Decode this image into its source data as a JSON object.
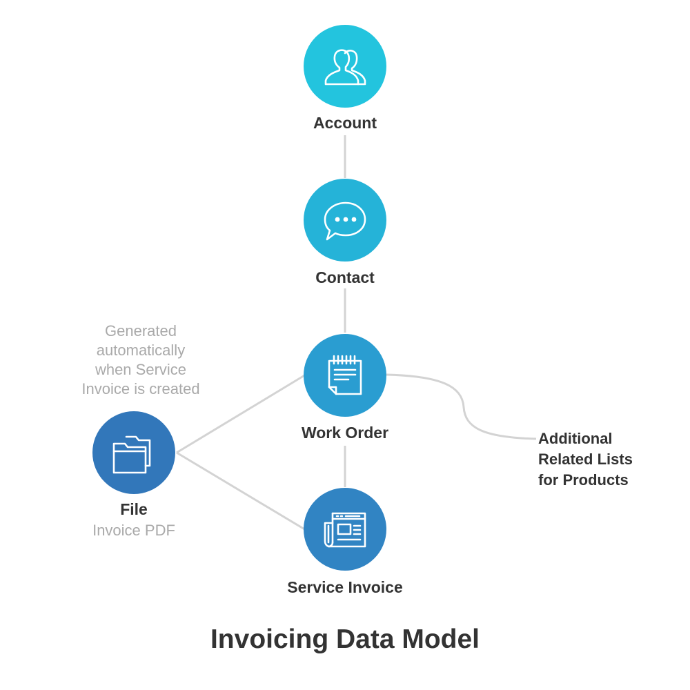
{
  "title": "Invoicing Data Model",
  "nodes": {
    "account": {
      "label": "Account",
      "icon": "users-icon",
      "color": "#23c4de"
    },
    "contact": {
      "label": "Contact",
      "icon": "chat-bubble-icon",
      "color": "#25b3d8"
    },
    "work_order": {
      "label": "Work Order",
      "icon": "notepad-icon",
      "color": "#2a9dd1"
    },
    "service_invoice": {
      "label": "Service Invoice",
      "icon": "newspaper-icon",
      "color": "#3184c3"
    },
    "file": {
      "label": "File",
      "sublabel": "Invoice PDF",
      "icon": "folder-icon",
      "color": "#3277ba"
    }
  },
  "file_note": {
    "lines": [
      "Generated",
      "automatically",
      "when Service",
      "Invoice is created"
    ]
  },
  "work_order_note": {
    "lines": [
      "Additional",
      "Related Lists",
      "for Products"
    ]
  },
  "colors": {
    "connector": "#d3d3d3",
    "text": "#333333",
    "muted_text": "#a9a9a9"
  }
}
